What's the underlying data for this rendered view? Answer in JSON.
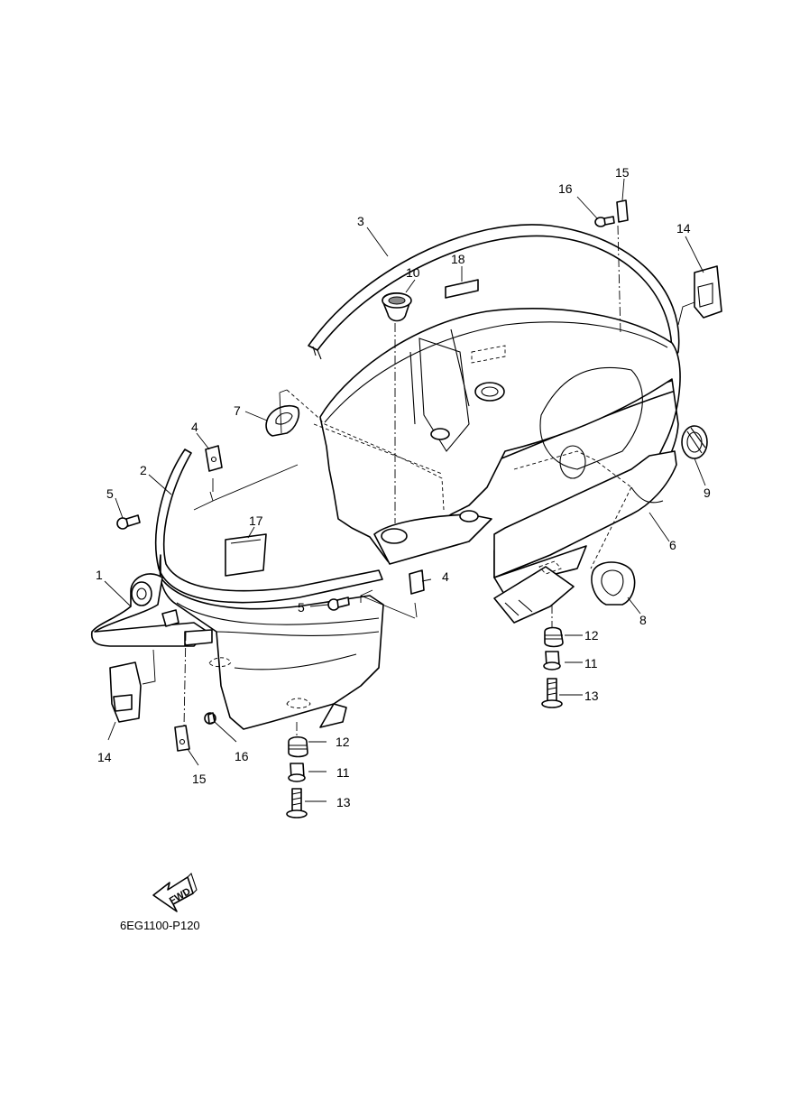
{
  "diagram": {
    "callouts": [
      {
        "id": "c1",
        "label": "1"
      },
      {
        "id": "c2",
        "label": "2"
      },
      {
        "id": "c3",
        "label": "3"
      },
      {
        "id": "c4a",
        "label": "4"
      },
      {
        "id": "c4b",
        "label": "4"
      },
      {
        "id": "c5a",
        "label": "5"
      },
      {
        "id": "c5b",
        "label": "5"
      },
      {
        "id": "c6",
        "label": "6"
      },
      {
        "id": "c7",
        "label": "7"
      },
      {
        "id": "c8",
        "label": "8"
      },
      {
        "id": "c9",
        "label": "9"
      },
      {
        "id": "c10",
        "label": "10"
      },
      {
        "id": "c11a",
        "label": "11"
      },
      {
        "id": "c11b",
        "label": "11"
      },
      {
        "id": "c12a",
        "label": "12"
      },
      {
        "id": "c12b",
        "label": "12"
      },
      {
        "id": "c13a",
        "label": "13"
      },
      {
        "id": "c13b",
        "label": "13"
      },
      {
        "id": "c14a",
        "label": "14"
      },
      {
        "id": "c14b",
        "label": "14"
      },
      {
        "id": "c15a",
        "label": "15"
      },
      {
        "id": "c15b",
        "label": "15"
      },
      {
        "id": "c16a",
        "label": "16"
      },
      {
        "id": "c16b",
        "label": "16"
      },
      {
        "id": "c17",
        "label": "17"
      },
      {
        "id": "c18",
        "label": "18"
      }
    ],
    "fwd_label": "FWD",
    "figure_code": "6EG1100-P120"
  }
}
